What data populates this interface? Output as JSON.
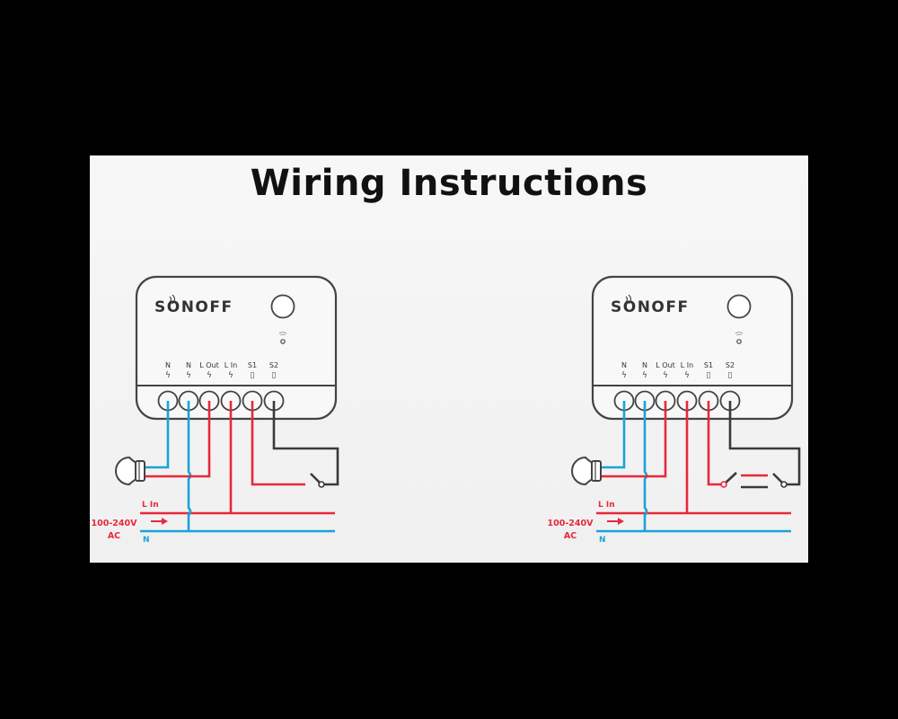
{
  "title": "Wiring Instructions",
  "colors": {
    "live": "#e8283c",
    "neutral": "#1aa3d8",
    "switch_wire": "#3a3a3a",
    "outline": "#444444",
    "background": "#f3f3f3"
  },
  "diagrams": [
    {
      "id": "single-switch",
      "brand": "SONOFF",
      "terminals": [
        {
          "label": "N",
          "symbol": "ϟ"
        },
        {
          "label": "N",
          "symbol": "ϟ"
        },
        {
          "label": "L Out",
          "symbol": "ϟ"
        },
        {
          "label": "L In",
          "symbol": "ϟ"
        },
        {
          "label": "S1",
          "symbol": "▯"
        },
        {
          "label": "S2",
          "symbol": "▯"
        }
      ],
      "line_in_label": "L In",
      "voltage_label": "100-240V",
      "ac_label": "AC",
      "neutral_label": "N",
      "switch_type": "single"
    },
    {
      "id": "two-way-switch",
      "brand": "SONOFF",
      "terminals": [
        {
          "label": "N",
          "symbol": "ϟ"
        },
        {
          "label": "N",
          "symbol": "ϟ"
        },
        {
          "label": "L Out",
          "symbol": "ϟ"
        },
        {
          "label": "L In",
          "symbol": "ϟ"
        },
        {
          "label": "S1",
          "symbol": "▯"
        },
        {
          "label": "S2",
          "symbol": "▯"
        }
      ],
      "line_in_label": "L In",
      "voltage_label": "100-240V",
      "ac_label": "AC",
      "neutral_label": "N",
      "switch_type": "two-way"
    }
  ]
}
